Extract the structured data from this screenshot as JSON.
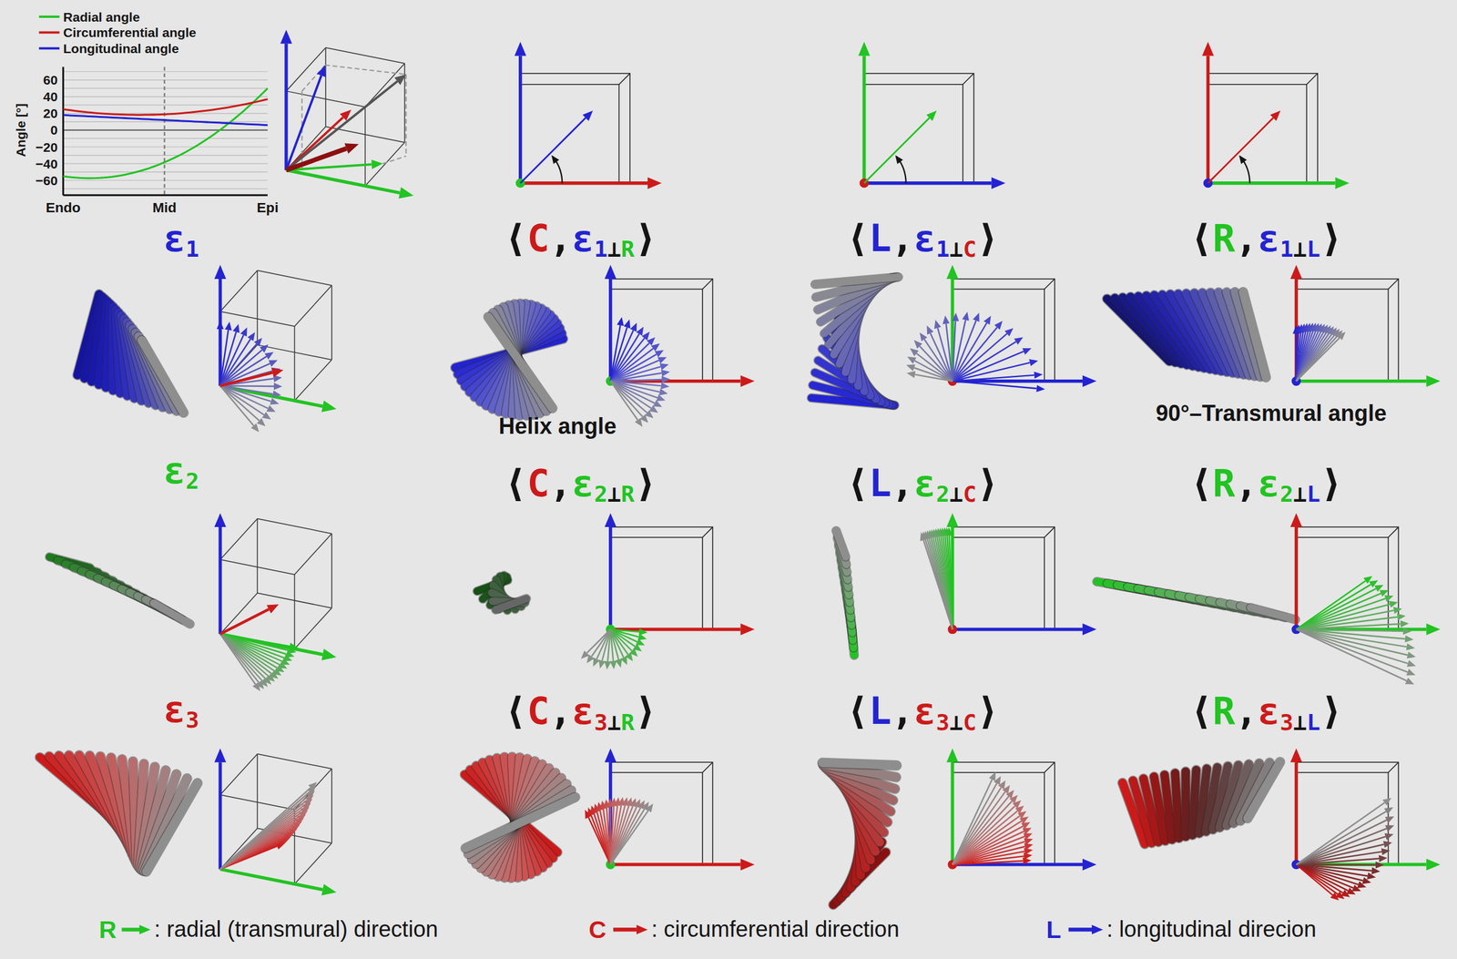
{
  "diagram": {
    "labels": [
      "60",
      "40",
      "20",
      "0",
      "−20",
      "−40",
      "−60",
      "Angle [°]",
      "Endo",
      "Mid",
      "Epi",
      "ε",
      "1",
      "⟨",
      "C",
      ",",
      "ε",
      "1",
      "⊥",
      "R",
      "⟩",
      "⟨",
      "L",
      ",",
      "ε",
      "1",
      "⊥",
      "C",
      "⟩",
      "⟨",
      "R",
      ",",
      "ε",
      "1",
      "⊥",
      "L",
      "⟩",
      "ε",
      "2",
      "⟨",
      "C",
      ",",
      "ε",
      "2",
      "⊥",
      "R",
      "⟩",
      "⟨",
      "L",
      ",",
      "ε",
      "2",
      "⊥",
      "C",
      "⟩",
      "⟨",
      "R",
      ",",
      "ε",
      "2",
      "⊥",
      "L",
      "⟩",
      "ε",
      "3",
      "⟨",
      "C",
      ",",
      "ε",
      "3",
      "⊥",
      "R",
      "⟩",
      "⟨",
      "L",
      ",",
      "ε",
      "3",
      "⊥",
      "C",
      "⟩",
      "⟨",
      "R",
      ",",
      "ε",
      "3",
      "⊥",
      "L",
      "⟩",
      "Helix angle",
      "90°–Transmural angle",
      "R",
      ": radial (transmural) direction",
      "C",
      ": circumferential direction",
      "L",
      ": longitudinal direcion"
    ],
    "legend": [
      {
        "text": "Radial angle"
      },
      {
        "text": "Circumferential angle"
      },
      {
        "text": "Longitudinal angle"
      }
    ]
  }
}
